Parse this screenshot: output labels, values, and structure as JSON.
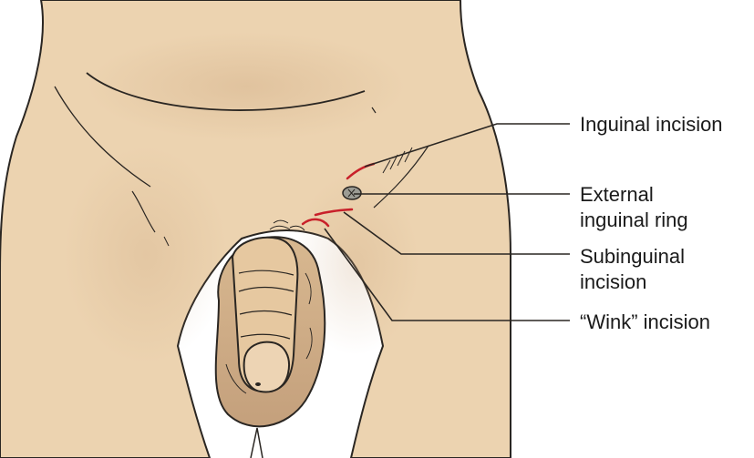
{
  "figure": {
    "labels": {
      "inguinal_incision": "Inguinal incision",
      "external_ring_line1": "External",
      "external_ring_line2": "inguinal ring",
      "subinguinal_line1": "Subinguinal",
      "subinguinal_line2": "incision",
      "wink_incision": "“Wink” incision"
    }
  },
  "colors": {
    "skin": "#ecd3b0",
    "shadow": "#d9b791",
    "outline": "#2a2622",
    "incision": "#c8202a"
  }
}
